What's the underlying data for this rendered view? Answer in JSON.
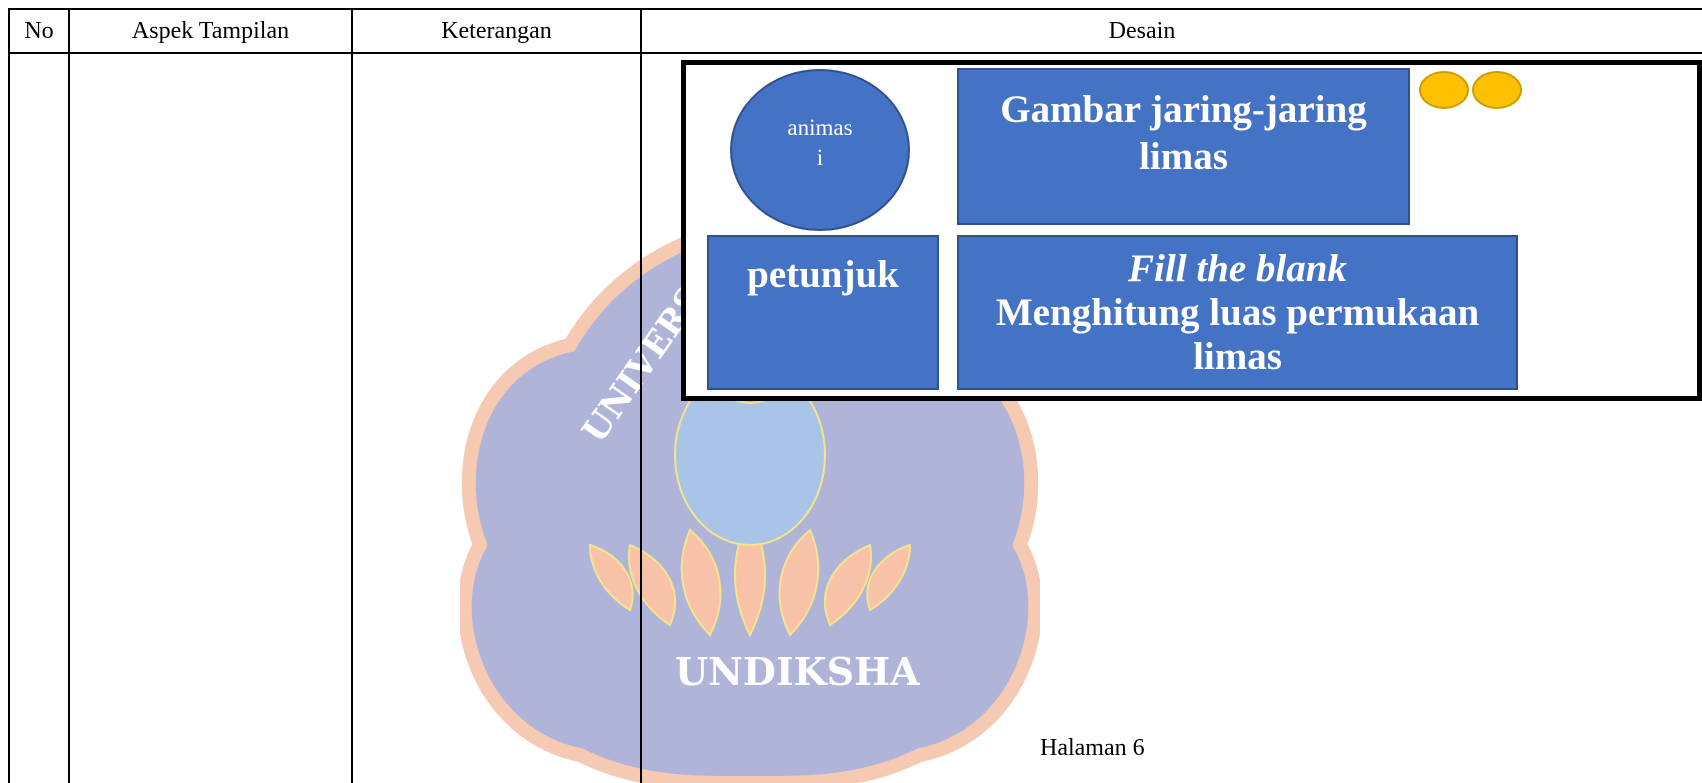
{
  "table": {
    "headers": {
      "no": "No",
      "aspek": "Aspek Tampilan",
      "keterangan": "Keterangan",
      "desain": "Desain"
    }
  },
  "mockup": {
    "animation_circle": {
      "line1": "animas",
      "line2": "i"
    },
    "image_box": {
      "line1": "Gambar jaring-jaring",
      "line2": "limas"
    },
    "petunjuk_box": {
      "label": "petunjuk"
    },
    "activity_box": {
      "line1": "Fill the blank",
      "line2": "Menghitung luas permukaan",
      "line3": "limas"
    },
    "nav_dots": [
      {
        "icon": "yellow-circle",
        "color": "#ffc000"
      },
      {
        "icon": "yellow-circle",
        "color": "#ffc000"
      }
    ]
  },
  "watermark": {
    "top_text": "UNIVERSITAS PENDIDIKAN GANESHA",
    "bottom_text": "UNDIKSHA"
  },
  "footer": {
    "page": "Halaman 6"
  }
}
